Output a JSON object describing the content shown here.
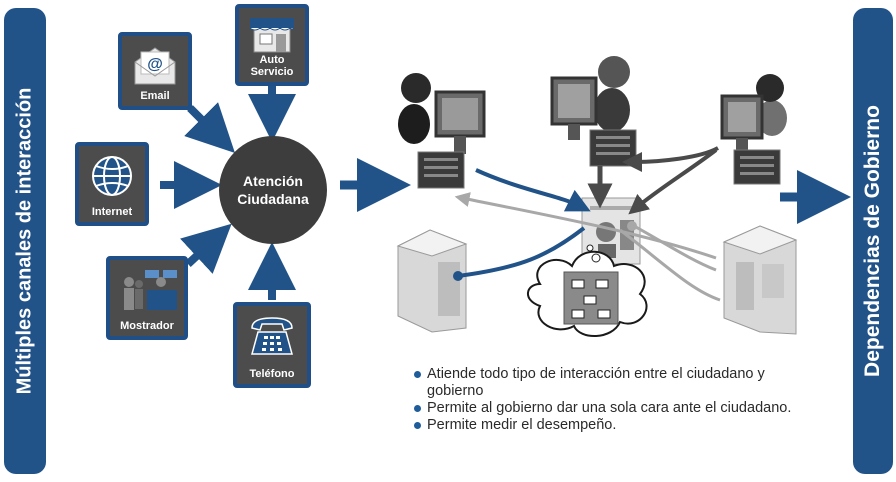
{
  "left_banner": "Múltiples canales de interacción",
  "right_banner": "Dependencias de Gobierno",
  "channels": [
    {
      "label": "Email",
      "icon": "envelope-icon"
    },
    {
      "label": "Auto\nServicio",
      "icon": "storefront-icon"
    },
    {
      "label": "Internet",
      "icon": "globe-icon"
    },
    {
      "label": "Mostrador",
      "icon": "counter-icon"
    },
    {
      "label": "Teléfono",
      "icon": "telephone-icon"
    }
  ],
  "hub": {
    "label": "Atención\nCiudadana"
  },
  "bullets": [
    "Atiende todo tipo de interacción entre el ciudadano y gobierno",
    "Permite al gobierno dar una sola cara ante el ciudadano.",
    "Permite medir el desempeño."
  ],
  "colors": {
    "banner": "#215389",
    "channel_border": "#1f4f86",
    "channel_fill": "#4c4c4c",
    "hub": "#3d3d3d",
    "arrow": "#215389",
    "bullet": "#1f5c9a"
  }
}
